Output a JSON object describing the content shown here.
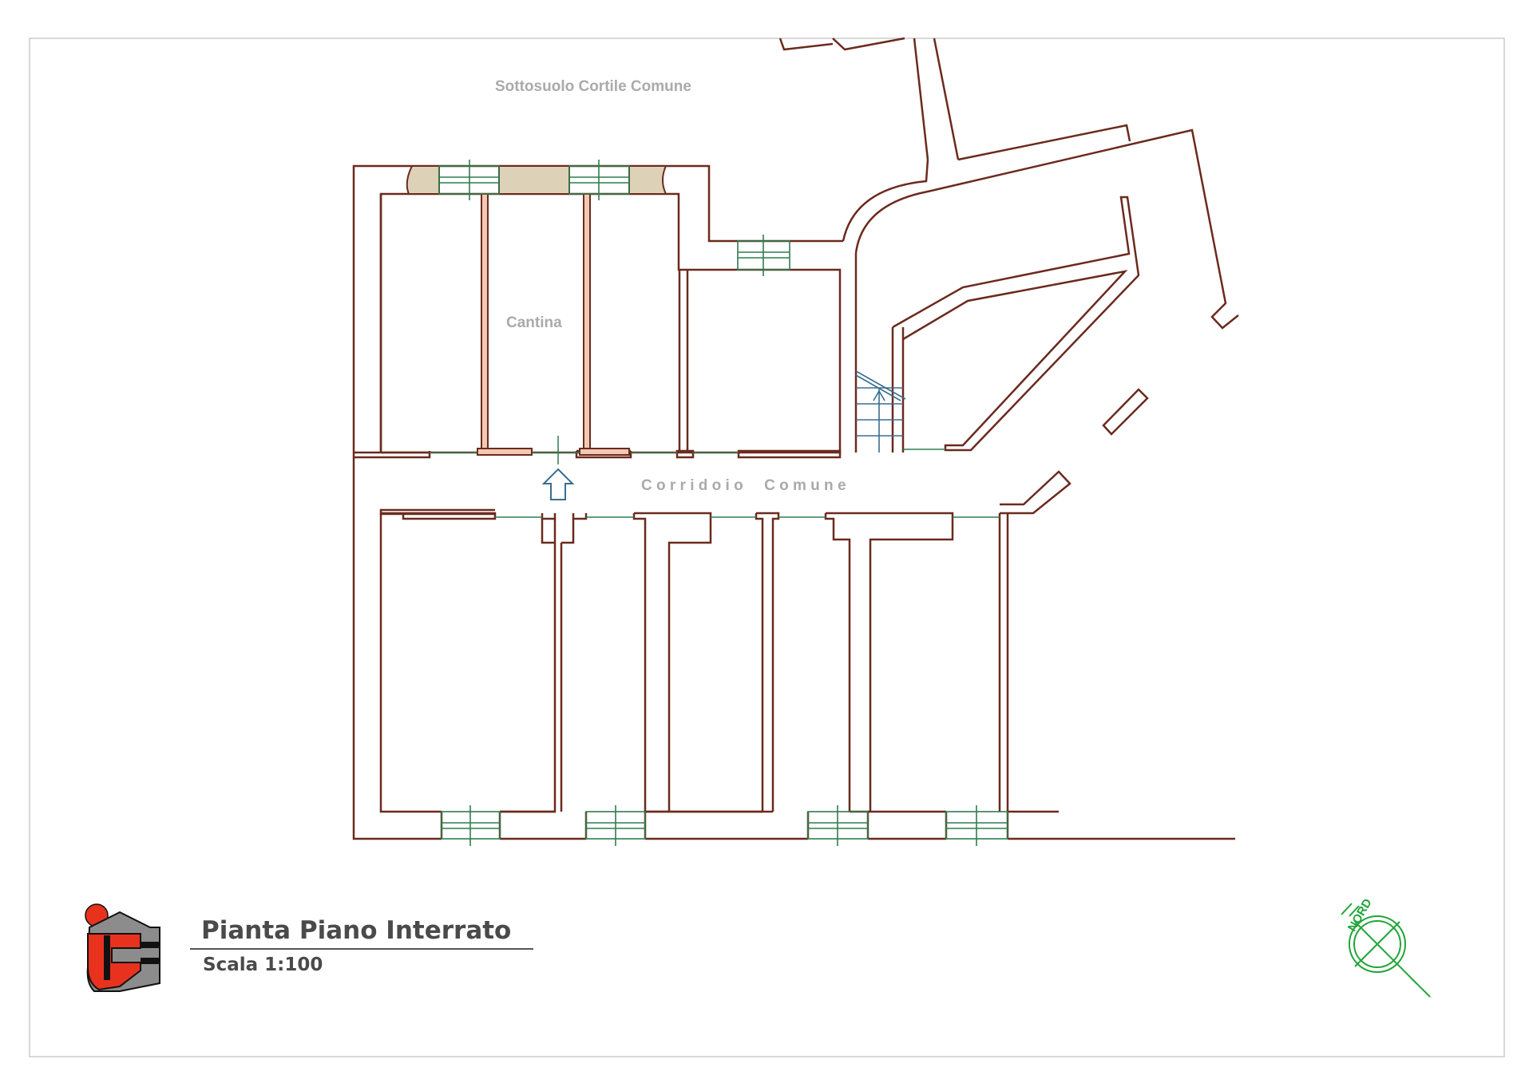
{
  "labels": {
    "courtyard": "Sottosuolo Cortile Comune",
    "cellar": "Cantina",
    "corridor": "C o r r i d o i o     C o m u n e"
  },
  "title_block": {
    "title": "Pianta Piano Interrato",
    "scale": "Scala 1:100"
  },
  "north": {
    "label": "NORD"
  },
  "colors": {
    "wall": "#6b2a1e",
    "partition_fill": "#f2c9b4",
    "window": "#2f7d4f",
    "stair": "#3a6e8f",
    "north": "#22a53a",
    "logo_red": "#e8321e",
    "logo_grey": "#8c8c8c",
    "label": "#aaaaaa"
  },
  "icons": {
    "logo": "company-logo-icon",
    "north_arrow": "north-compass-icon",
    "entrance": "entrance-arrow-icon"
  }
}
